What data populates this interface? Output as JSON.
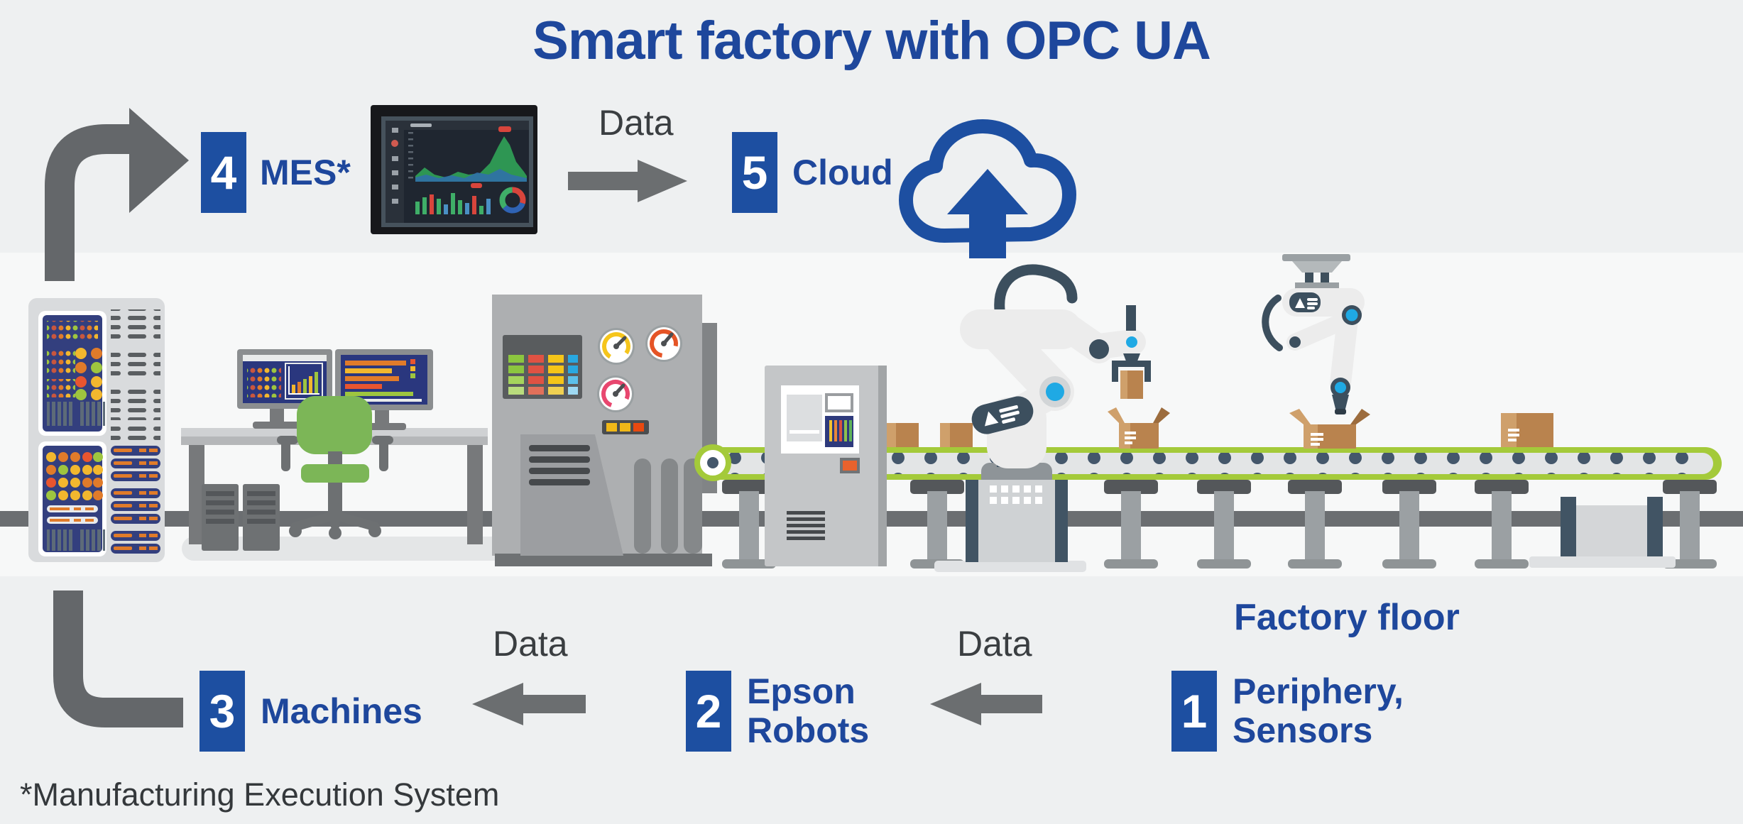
{
  "title": "Smart factory with OPC UA",
  "factory_floor_label": "Factory floor",
  "data_flow_label": "Data",
  "footnote": "*Manufacturing Execution System",
  "steps": {
    "periphery": {
      "number": "1",
      "label_line1": "Periphery,",
      "label_line2": "Sensors"
    },
    "robots": {
      "number": "2",
      "label_line1": "Epson",
      "label_line2": "Robots"
    },
    "machines": {
      "number": "3",
      "label": "Machines"
    },
    "mes": {
      "number": "4",
      "label": "MES*"
    },
    "cloud": {
      "number": "5",
      "label": "Cloud"
    }
  },
  "icons": {
    "cloud_upload": "cloud-upload-icon",
    "flow_arrow": "data-flow-arrow",
    "dashboard": "mes-dashboard-screen"
  },
  "colors": {
    "accent_blue": "#1e479c",
    "badge_blue": "#1d4fa1",
    "arrow_gray": "#64676a",
    "text_dark": "#3a3e41",
    "lime_green": "#a4ca3a",
    "slate": "#3e5060",
    "cyan_joint": "#1fa9e4",
    "box_tan": "#b9834e",
    "chair_green": "#7cb657",
    "background": "#eef0f1",
    "factory_band": "#f7f8f8"
  }
}
